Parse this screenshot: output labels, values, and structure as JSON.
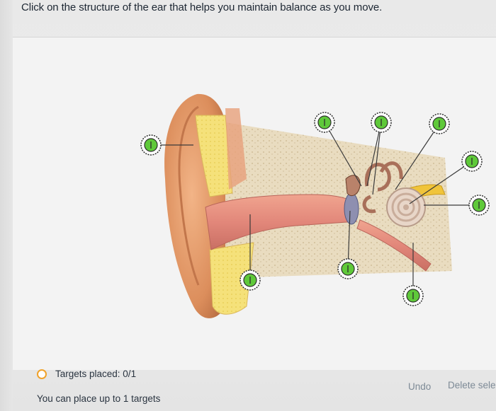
{
  "question": {
    "text": "Click on the structure of the ear that helps you maintain balance as you move."
  },
  "targets": {
    "count": 9,
    "color": "#5fc93a",
    "icon": "target-marker-icon"
  },
  "status": {
    "placed_label": "Targets placed: 0/1",
    "hint": "You can place up to 1 targets"
  },
  "actions": {
    "undo_label": "Undo",
    "delete_label": "Delete selected"
  }
}
